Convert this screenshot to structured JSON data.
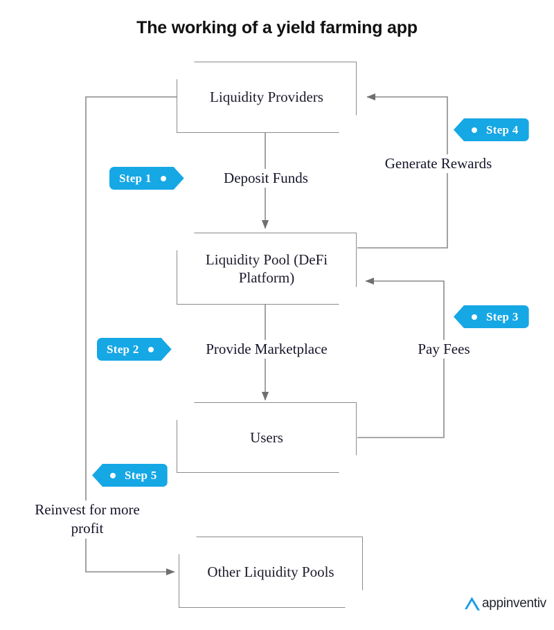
{
  "page": {
    "title": "The working of a yield farming app",
    "background_color": "#ffffff",
    "accent_color": "#16A7E5",
    "line_color": "#8a8a8a",
    "text_color": "#15152a"
  },
  "nodes": [
    {
      "id": "liquidity-providers",
      "label": "Liquidity Providers"
    },
    {
      "id": "liquidity-pool",
      "label": "Liquidity Pool\n(DeFi Platform)"
    },
    {
      "id": "users",
      "label": "Users"
    },
    {
      "id": "other-liquidity-pools",
      "label": "Other Liquidity\nPools"
    }
  ],
  "edges": [
    {
      "id": "deposit-funds",
      "label": "Deposit Funds",
      "from": "liquidity-providers",
      "to": "liquidity-pool",
      "step": "Step 1"
    },
    {
      "id": "provide-marketplace",
      "label": "Provide Marketplace",
      "from": "liquidity-pool",
      "to": "users",
      "step": "Step 2"
    },
    {
      "id": "pay-fees",
      "label": "Pay Fees",
      "from": "users",
      "to": "liquidity-pool",
      "step": "Step 3"
    },
    {
      "id": "generate-rewards",
      "label": "Generate Rewards",
      "from": "liquidity-pool",
      "to": "liquidity-providers",
      "step": "Step 4"
    },
    {
      "id": "reinvest",
      "label": "Reinvest for more\nprofit",
      "from": "liquidity-providers",
      "to": "other-liquidity-pools",
      "step": "Step 5"
    }
  ],
  "badges": [
    {
      "id": "step-1",
      "label": "Step 1",
      "direction": "right"
    },
    {
      "id": "step-2",
      "label": "Step 2",
      "direction": "right"
    },
    {
      "id": "step-3",
      "label": "Step 3",
      "direction": "left"
    },
    {
      "id": "step-4",
      "label": "Step 4",
      "direction": "left"
    },
    {
      "id": "step-5",
      "label": "Step 5",
      "direction": "left"
    }
  ],
  "branding": {
    "name": "appinventiv",
    "mark": "chevron-a-icon",
    "mark_color": "#1B9CE8"
  }
}
